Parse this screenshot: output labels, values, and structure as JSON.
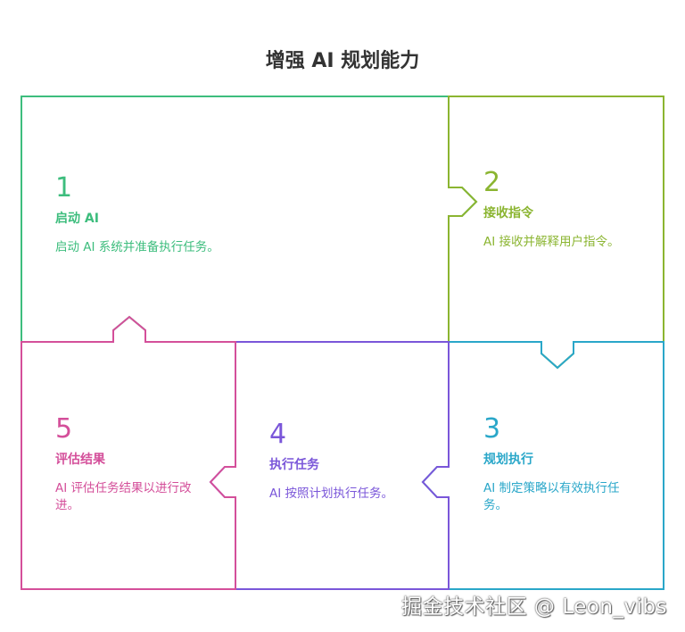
{
  "title": "增强 AI 规划能力",
  "steps": [
    {
      "num": "1",
      "heading": "启动 AI",
      "desc": "启动 AI 系统并准备执行任务。",
      "color": "#3dbd7d"
    },
    {
      "num": "2",
      "heading": "接收指令",
      "desc": "AI 接收并解释用户指令。",
      "color": "#8bb531"
    },
    {
      "num": "3",
      "heading": "规划执行",
      "desc": "AI 制定策略以有效执行任务。",
      "color": "#2aa7c9"
    },
    {
      "num": "4",
      "heading": "执行任务",
      "desc": "AI 按照计划执行任务。",
      "color": "#7a56d9"
    },
    {
      "num": "5",
      "heading": "评估结果",
      "desc": "AI 评估任务结果以进行改进。",
      "color": "#d44f9a"
    }
  ],
  "watermark": "掘金技术社区 @ Leon_vibs"
}
